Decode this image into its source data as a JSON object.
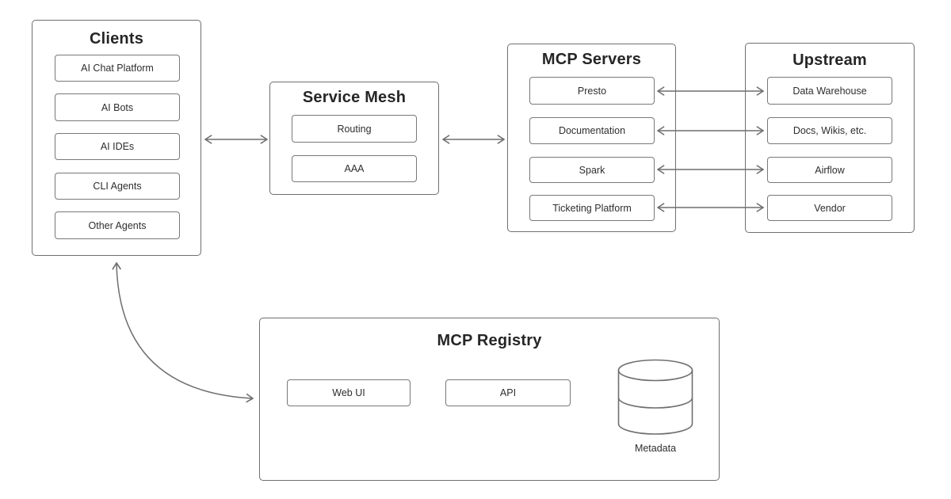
{
  "diagram": {
    "background": "#ffffff",
    "line_color": "#6f6f6f",
    "text_color": "#2e2e2e",
    "title_color": "#262626"
  },
  "clients": {
    "title": "Clients",
    "items": [
      "AI Chat Platform",
      "AI Bots",
      "AI IDEs",
      "CLI Agents",
      "Other Agents"
    ]
  },
  "service_mesh": {
    "title": "Service Mesh",
    "items": [
      "Routing",
      "AAA"
    ]
  },
  "mcp_servers": {
    "title": "MCP Servers",
    "items": [
      "Presto",
      "Documentation",
      "Spark",
      "Ticketing Platform"
    ]
  },
  "upstream": {
    "title": "Upstream",
    "items": [
      "Data Warehouse",
      "Docs, Wikis, etc.",
      "Airflow",
      "Vendor"
    ]
  },
  "mcp_registry": {
    "title": "MCP Registry",
    "items": [
      "Web UI",
      "API"
    ],
    "datastore_label": "Metadata"
  },
  "connections": [
    {
      "from": "Clients",
      "to": "Service Mesh",
      "style": "bidirectional"
    },
    {
      "from": "Service Mesh",
      "to": "MCP Servers",
      "style": "bidirectional"
    },
    {
      "from": "Presto",
      "to": "Data Warehouse",
      "style": "bidirectional"
    },
    {
      "from": "Documentation",
      "to": "Docs, Wikis, etc.",
      "style": "bidirectional"
    },
    {
      "from": "Spark",
      "to": "Airflow",
      "style": "bidirectional"
    },
    {
      "from": "Ticketing Platform",
      "to": "Vendor",
      "style": "bidirectional"
    },
    {
      "from": "MCP Registry",
      "to": "Clients",
      "style": "bidirectional-curved"
    }
  ]
}
